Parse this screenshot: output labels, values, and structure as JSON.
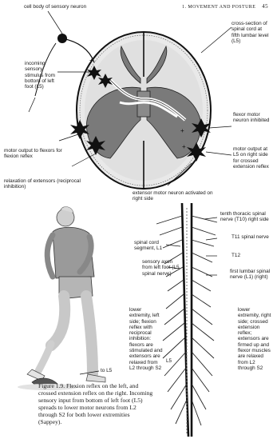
{
  "header": {
    "section_title": "1. MOVEMENT AND POSTURE",
    "page_number": "45"
  },
  "top_figure": {
    "labels": {
      "cell_body": "cell body of sensory neuron",
      "cross_section": "cross-section of spinal cord at fifth lumbar level (L5)",
      "incoming_sensory": "incoming sensory stimulus from bottom of left foot (L5)",
      "flexor_inhibited": "flexor motor neuron inhibited",
      "motor_output_flexors": "motor output to flexors for flexion reflex",
      "motor_output_right": "motor output at L5 on right side for crossed extension reflex",
      "relaxation": "relaxation of extensors (reciprocal inhibition)",
      "extensor_activated": "extensor motor neuron activated on right side"
    }
  },
  "bottom_figure": {
    "labels": {
      "t10": "tenth thoracic spinal nerve (T10) right side",
      "t11": "T11 spinal nerve",
      "t12": "T12",
      "l1": "first lumbar spinal nerve (L1) (right)",
      "cord_segment": "spinal cord segment, L1",
      "sensory_axon": "sensory axon from left foot (L5 spinal nerve)",
      "lower_left": "lower extremity, left side; flexion reflex with reciprocal inhibition: flexors are stimulated and extensors are relaxed from L2 through S2",
      "lower_right": "lower extremity, right side; crossed extension reflex; extensors are firmed up and flexor muscles are relaxed from L2 through S2",
      "l5": "L5",
      "to_l5": "to L5"
    }
  },
  "caption": {
    "text": "Figure 1.9. Flexion reflex on the left, and crossed extension reflex on the right. Incoming sensory input from bottom of left foot (L5) spreads to lower motor neurons from L2 through S2 for both lower extremities (Sappey)."
  }
}
